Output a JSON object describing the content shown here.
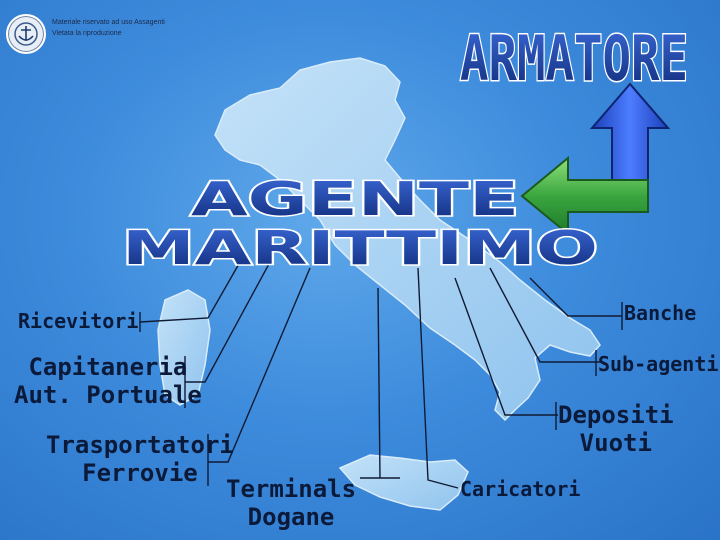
{
  "notice": {
    "line1": "Materiale riservato ad uso Assagenti",
    "line2": "Vietata la riproduzione"
  },
  "title_top": "ARMATORE",
  "center": {
    "line1": "AGENTE",
    "line2": "MARITTIMO"
  },
  "nodes": {
    "ricevitori": "Ricevitori",
    "capitaneria_1": "Capitaneria",
    "capitaneria_2": "Aut. Portuale",
    "trasportatori_1": "Trasportatori",
    "trasportatori_2": "Ferrovie",
    "terminals_1": "Terminals",
    "terminals_2": "Dogane",
    "caricatori": "Caricatori",
    "depositi_1": "Depositi",
    "depositi_2": "Vuoti",
    "subagenti": "Sub-agenti",
    "banche": "Banche"
  },
  "colors": {
    "background": "#3d8bdc",
    "land": "#a6d0f2",
    "outline_text_fill": "#1a3c8c",
    "arrow_up": "#2e5fe0",
    "arrow_left": "#3fb24a"
  },
  "icons": {
    "logo": "anchor-emblem-icon"
  }
}
